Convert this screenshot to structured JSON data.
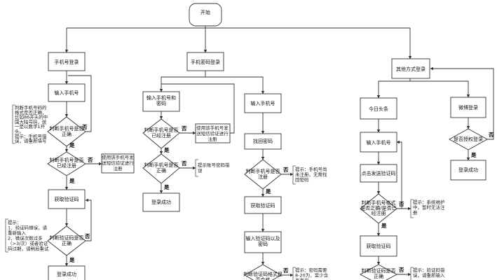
{
  "start": "开始",
  "col1": {
    "login": "手机号登录",
    "input_phone": "输入手机号",
    "check_format": [
      "判断手机号是否",
      "正确"
    ],
    "check_registered": [
      "判断手机号是否",
      "已经注册"
    ],
    "tip_register": [
      "使用该手机号发",
      "送短信验证进行",
      "注册"
    ],
    "get_code": "获取验证码",
    "check_code": [
      "判断验证码是否",
      "正确"
    ],
    "login_success": "登录成功",
    "tip_format": [
      "判断手机号码的",
      "格式是否正确，",
      "比如86开头的中",
      "国大陆号码，统",
      "一是以数字1开",
      "头。",
      "提示：手机号错",
      "误，请重新填写"
    ],
    "tip_code": [
      "提示：",
      "1、验证码错误，请",
      "重新输入",
      "2、错误次数过多",
      "（>3/次）或者验证",
      "码过期，请稍后重试"
    ]
  },
  "col2": {
    "login": "手机密码登录",
    "input": [
      "输入手机号和",
      "密码"
    ],
    "check_registered": [
      "判断手机号是否",
      "已经注册"
    ],
    "tip_register": [
      "使用该手机号发",
      "送短信验证进行",
      "注册"
    ],
    "check_password": [
      "判断手机号是否",
      "正确"
    ],
    "tip_password": [
      "提示账号密码错",
      "误"
    ],
    "login_success": "登录成功"
  },
  "col3": {
    "input_phone": "输入手机号",
    "find_password": "找回密码",
    "check_registered": [
      "判断手机号是否",
      "注册"
    ],
    "tip_unregistered": [
      "提示：手机号尚",
      "未注册，无需找",
      "回密码"
    ],
    "get_code": "获取验证码",
    "input_code_password": [
      "输入验证码以及",
      "密码"
    ],
    "check_code_format": [
      "判断验证码格式是",
      "否合格"
    ],
    "tip_password_rule": [
      "提示：密码需要",
      "8-20为，至少含",
      "有字母..."
    ]
  },
  "col4": {
    "other_login": "其他方式登录",
    "toutiao": "今日头条",
    "input_phone": "输入手机号",
    "send_code": "点击发送验证码",
    "check_format": [
      "判断手机号格式",
      "是否正确/是否已",
      "经注册"
    ],
    "tip_maintenance": [
      "提示：系统维护",
      "中，暂时无法注",
      "册"
    ],
    "get_code": "获取验证码",
    "check_code": [
      "判断验证码是否",
      "正确"
    ],
    "tip_code": [
      "提示：验证码错",
      "误，请重新输入"
    ]
  },
  "col5": {
    "weibo": "微博登录",
    "check_auth": "是否授权登录",
    "login_success": "登录成功"
  },
  "labels": {
    "yes": "是",
    "no": "否"
  }
}
